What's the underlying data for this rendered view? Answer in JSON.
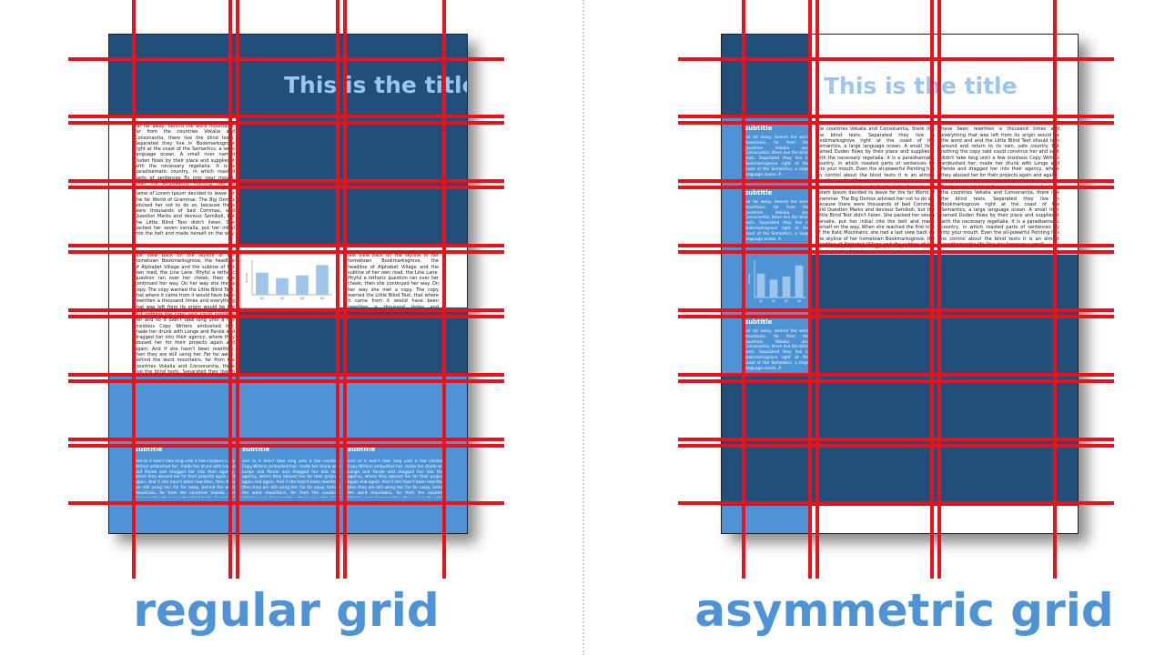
{
  "title": "This is the title",
  "subtitle": "subtitle",
  "captions": {
    "regular": "regular grid",
    "asymmetric": "asymmetric grid"
  },
  "body_text": {
    "a": "Far far away, behind the word mountains, far from the countries Vokalia and Consonantia, there live the blind texts. Separated they live in Bookmarksgrove right at the coast of the Semantics, a large language ocean. A small river named Duden flows by their place and supplies it with the necessary regelialia. It is a paradisematic country, in which roasted parts of sentences fly into your mouth. Even the all-powerful Pointing has no control about the blind texts it is an almost unorthographic life.",
    "b": "However a small line of blind text by the name of Lorem Ipsum decided to leave for the far World of Grammar. The Big Oxmox advised her not to do so, because there were thousands of bad Commas, wild Question Marks and devious Semikoli, but the Little Blind Text didn't listen. She packed her seven versalia, put her initial into the belt and made herself on the way. When she reached the first hills of the Italic Mountains, she had a",
    "c": "last view back on the skyline of her hometown Bookmarksgrove, the headline of Alphabet Village and the subline of her own road, the Line Lane. Pityful a rethoric question ran over her cheek, then she continued her way. On her way she met a copy. The copy warned the Little Blind Text, that where it came from it would have been rewritten a thousand times and everything that was left from its origin would be the word and and the Little Blind Text should turn around.",
    "d": "But nothing the copy said could convince her and so it didn't take long until a few insidious Copy Writers ambushed her, made her drunk with Longe and Parole and dragged her into their agency, where they abused her for their projects again and again. And if she hasn't been rewritten, then they are still using her. Far far away, behind the word mountains, far from the countries Vokalia and Consonantia, there live the blind texts. Separated they live in Bookmarksgrove right",
    "e": "and so it didn't take long until a few insidious Copy Writers ambushed her, made her drunk with Longe and Parole and dragged her into their agency, where they abused her for their projects again and again. And if she hasn't been rewritten, then they are still using her. Far far away, behind the word mountains, far from the countries Vokalia and Consonantia, there live the blind texts. Separated they live in Bookmarksgrove right at the coast of the Semantics, a large language ocean. A small river named Duden flows by their place and supplies it with the",
    "f": "Far far away, behind the word mountains, far from the countries Vokalia and Consonantia, there live the blind texts. Separated they live in Bookmarksgrove right at the coast of the Semantics, a large language ocean. A",
    "g": "Little Blind Text, that where it came from it would have been rewritten a thousand times and everything that was left from its origin would be the word and and the Little Blind Text should turn around and return to its own, safe country. But nothing the copy said could convince her and so it didn't take long until a few insidious Copy Writers ambushed her, made her drunk with Longe and Parole and dragged her into their agency, where they abused her for their projects again and again.",
    "h": "However a small line of blind text by the name of Lorem Ipsum decided to leave for the far World of Grammar. The Big Oxmox advised her not to do so, because there were thousands of bad Commas, wild Question Marks and devious Semikoli, but the Little Blind Text didn't listen. She packed her seven versalia, put her initial into the belt and made herself on the way. When she reached the first hills of the Italic Mountains, she had a last view back on the skyline of her hometown Bookmarksgrove, the headline of Alphabet Village and the subline of her own road, the Line Lane. Pityful a rethoric question ran over her cheek, then she continued her way.",
    "i": "Far far away, behind the word mountains, far from the countries Vokalia and Consonantia, there live the blind texts. Separated they live in Bookmarksgrove right at the coast of the Semantics, a large language ocean. A small river named Duden flows by their place and supplies it with the necessary regelialia. It is a paradisematic country, in which roasted parts of sentences fly into your mouth. Even the all-powerful Pointing has no control about the blind texts it is an almost unorthographic life One day however a small"
  },
  "chart_data": {
    "type": "bar",
    "categories": [
      "Q1",
      "Q2",
      "Q3",
      "Q4"
    ],
    "values": [
      3.2,
      2.4,
      2.8,
      4.3
    ],
    "ylabel": "activity",
    "ylim": [
      0,
      5
    ]
  },
  "colors": {
    "navy": "#214f7b",
    "light_blue": "#4d93d6",
    "grid_line": "#e8121c",
    "title": "#9cc4ec",
    "bar": "#9fc5ea"
  }
}
